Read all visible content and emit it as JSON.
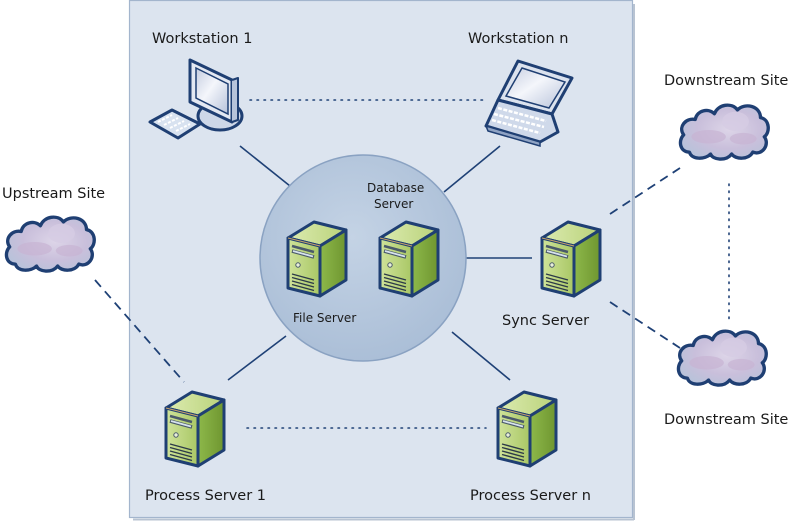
{
  "diagram": {
    "title": "Network topology",
    "colors": {
      "site_box_fill": "#dbe3ef",
      "site_box_border": "#9fb2cc",
      "core_circle_fill": "#b3c6dc",
      "link_color": "#1f3f73",
      "server_front": "#b9d27a",
      "server_side": "#7fa33a",
      "cloud_fill": "#c9c3dc"
    },
    "nodes": {
      "workstation_1": {
        "label": "Workstation 1",
        "type": "desktop"
      },
      "workstation_n": {
        "label": "Workstation n",
        "type": "laptop"
      },
      "file_server": {
        "label": "File Server",
        "type": "server"
      },
      "database_server": {
        "label_line1": "Database",
        "label_line2": "Server",
        "type": "server"
      },
      "sync_server": {
        "label": "Sync Server",
        "type": "server"
      },
      "process_server_1": {
        "label": "Process Server 1",
        "type": "server"
      },
      "process_server_n": {
        "label": "Process Server n",
        "type": "server"
      },
      "upstream_site": {
        "label": "Upstream Site",
        "type": "cloud"
      },
      "downstream_site_1": {
        "label": "Downstream Site",
        "type": "cloud"
      },
      "downstream_site_2": {
        "label": "Downstream Site",
        "type": "cloud"
      }
    },
    "edges": [
      {
        "from": "workstation_1",
        "to": "core",
        "style": "solid"
      },
      {
        "from": "workstation_n",
        "to": "core",
        "style": "solid"
      },
      {
        "from": "process_server_1",
        "to": "core",
        "style": "solid"
      },
      {
        "from": "process_server_n",
        "to": "core",
        "style": "solid"
      },
      {
        "from": "sync_server",
        "to": "core",
        "style": "solid"
      },
      {
        "from": "workstation_1",
        "to": "workstation_n",
        "style": "dotted"
      },
      {
        "from": "process_server_1",
        "to": "process_server_n",
        "style": "dotted"
      },
      {
        "from": "downstream_site_1",
        "to": "downstream_site_2",
        "style": "dotted"
      },
      {
        "from": "upstream_site",
        "to": "process_server_1",
        "style": "dashed"
      },
      {
        "from": "sync_server",
        "to": "downstream_site_1",
        "style": "dashed"
      },
      {
        "from": "sync_server",
        "to": "downstream_site_2",
        "style": "dashed"
      }
    ]
  }
}
